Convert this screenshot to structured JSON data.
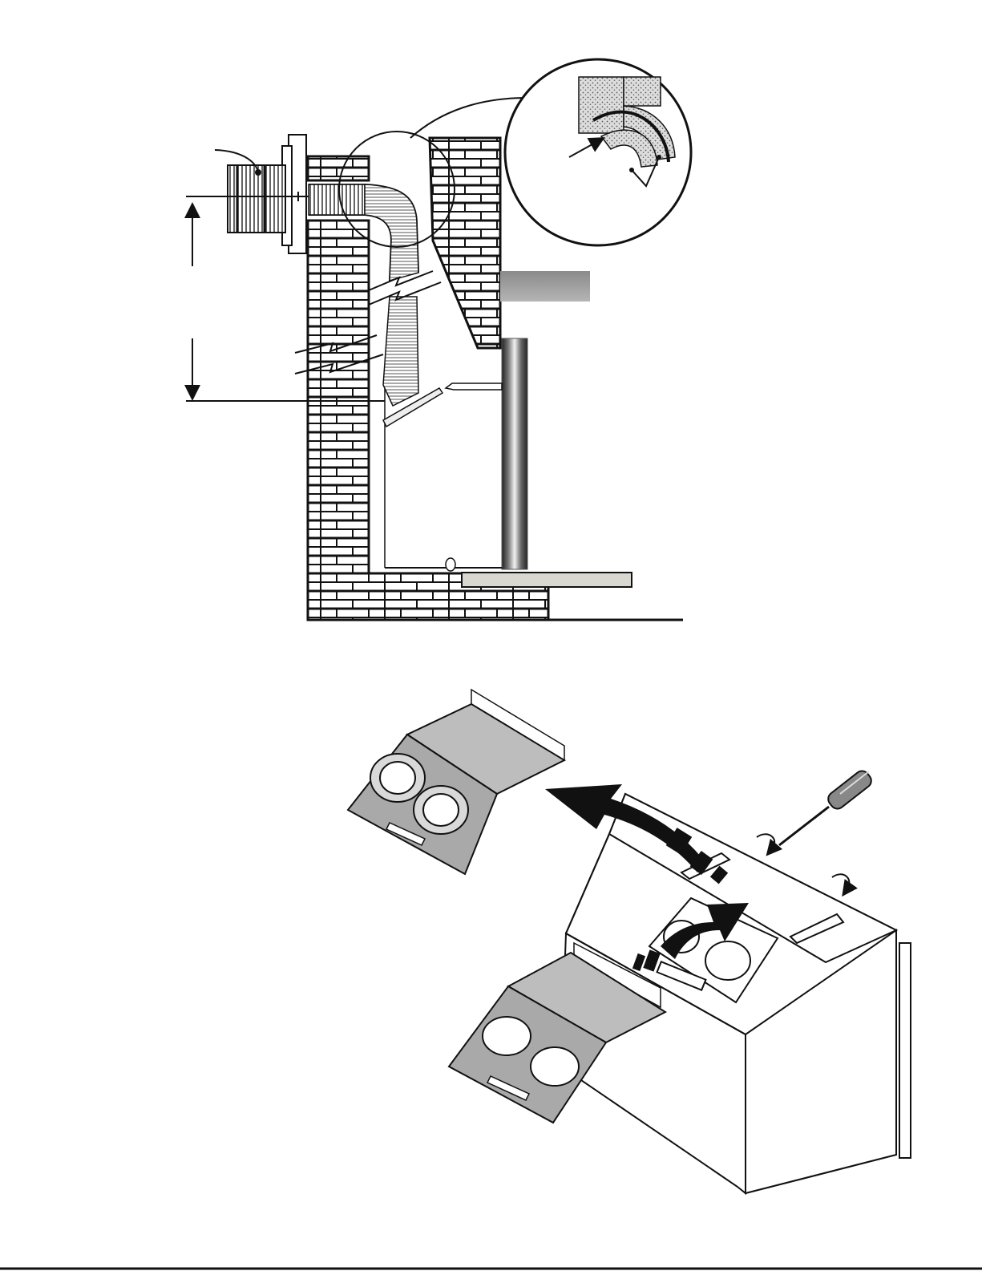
{
  "document": {
    "type": "installation-manual-page",
    "figures": [
      {
        "id": "chimney-cross-section",
        "depicts": [
          "rear-vent-terminal",
          "flexible-liner",
          "brick-chimney",
          "firebox",
          "hearth",
          "mantel-shelf",
          "floor-line",
          "detail-callout-liner-bend"
        ]
      },
      {
        "id": "vent-collar-relocation",
        "depicts": [
          "firebox-top-assembly",
          "screwdriver",
          "vent-collar-plate-removed",
          "vent-collar-plate-installed",
          "direction-arrows",
          "screw-rotation-arrows"
        ]
      }
    ],
    "colors": {
      "ink": "#111111",
      "mantel": "#9a9a9a",
      "hearth": "#d8d8d0",
      "panel": "#bdbdbd",
      "page": "#ffffff"
    }
  }
}
